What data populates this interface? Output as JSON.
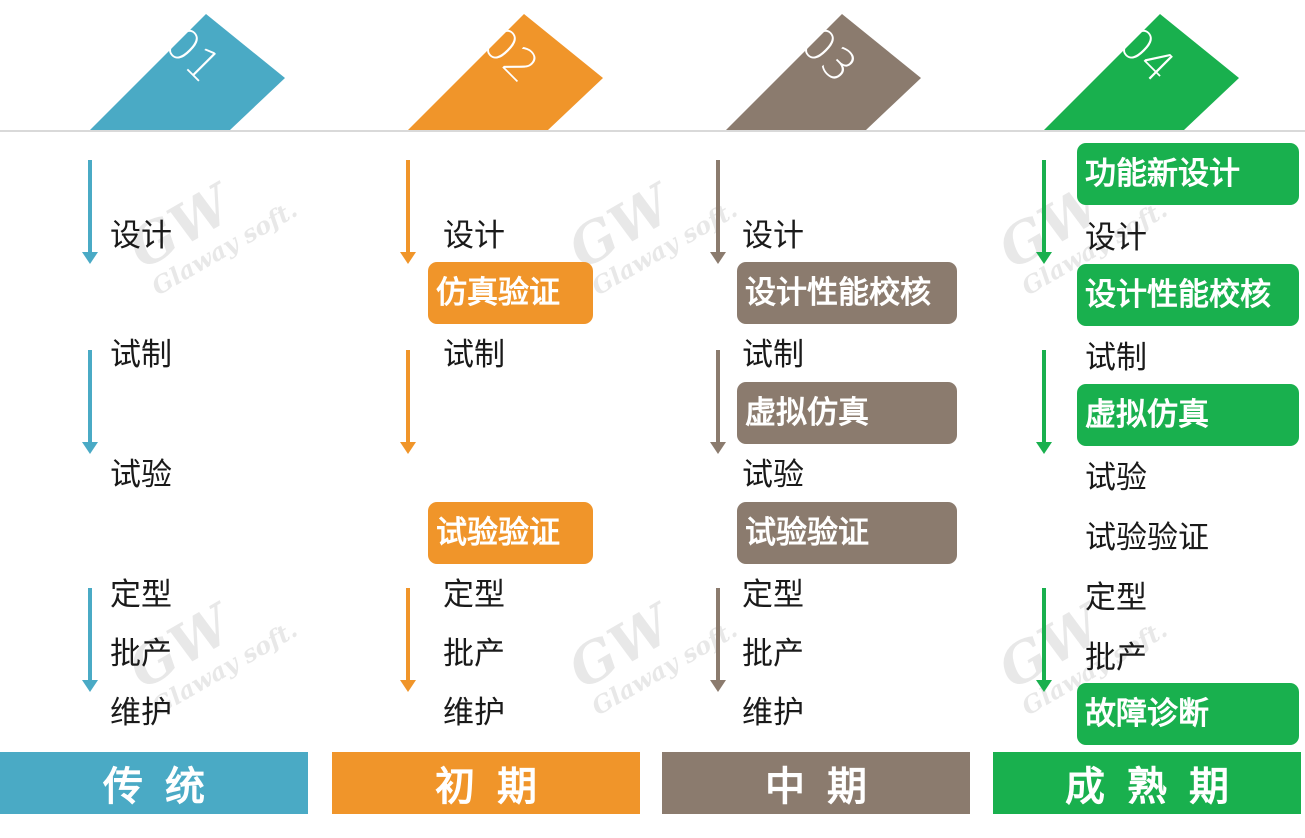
{
  "colors": {
    "traditional": "#4aaac5",
    "early": "#f0952a",
    "middle": "#8b7b6e",
    "mature": "#19b04e",
    "text": "#1a1a1a",
    "divider": "#d9d9d9"
  },
  "watermark": {
    "logo": "GW",
    "text": "Glaway soft."
  },
  "columns": [
    {
      "number": "01",
      "footer": "传统",
      "steps": {
        "design": "设计",
        "prototype": "试制",
        "test": "试验",
        "finalize": "定型",
        "mass_production": "批产",
        "maintenance": "维护"
      },
      "badges": {}
    },
    {
      "number": "02",
      "footer": "初期",
      "steps": {
        "design": "设计",
        "prototype": "试制",
        "finalize": "定型",
        "mass_production": "批产",
        "maintenance": "维护"
      },
      "badges": {
        "simulation_verification": "仿真验证",
        "test_verification": "试验验证"
      }
    },
    {
      "number": "03",
      "footer": "中期",
      "steps": {
        "design": "设计",
        "prototype": "试制",
        "test": "试验",
        "finalize": "定型",
        "mass_production": "批产",
        "maintenance": "维护"
      },
      "badges": {
        "performance_check": "设计性能校核",
        "virtual_simulation": "虚拟仿真",
        "test_verification": "试验验证"
      }
    },
    {
      "number": "04",
      "footer": "成熟期",
      "steps": {
        "design": "设计",
        "prototype": "试制",
        "test": "试验",
        "test_verification": "试验验证",
        "finalize": "定型",
        "mass_production": "批产"
      },
      "badges": {
        "functional_design": "功能新设计",
        "performance_check": "设计性能校核",
        "virtual_simulation": "虚拟仿真",
        "fault_diagnosis": "故障诊断"
      }
    }
  ]
}
